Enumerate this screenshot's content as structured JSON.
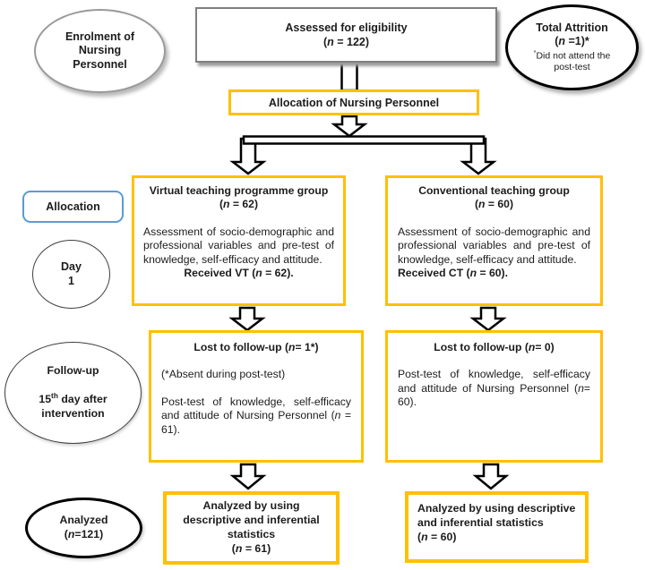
{
  "colors": {
    "accent_orange": "#FFC000",
    "accent_blue": "#5B9BD5",
    "box_grey": "#7F7F7F"
  },
  "nodes": {
    "enrolment": {
      "text": [
        {
          "t": "Enrolment of\nNursing\nPersonnel",
          "s": "b"
        }
      ]
    },
    "assessed": {
      "line1": [
        {
          "t": "Assessed for eligibility",
          "s": "b"
        }
      ],
      "line2": [
        {
          "t": "(",
          "s": "b"
        },
        {
          "t": "n",
          "s": "bi"
        },
        {
          "t": " = 122)",
          "s": "b"
        }
      ]
    },
    "attrition": {
      "line1": [
        {
          "t": "Total Attrition",
          "s": "b"
        }
      ],
      "line2": [
        {
          "t": "(",
          "s": "b"
        },
        {
          "t": "n",
          "s": "bi"
        },
        {
          "t": " =1)*",
          "s": "b"
        }
      ],
      "line3": [
        {
          "t": "*",
          "s": "sup"
        },
        {
          "t": "Did not attend the\npost-test",
          "s": ""
        }
      ]
    },
    "allocation_banner": {
      "text": [
        {
          "t": "Allocation of Nursing Personnel",
          "s": "b"
        }
      ]
    },
    "vt_group": {
      "title": [
        {
          "t": "Virtual teaching programme group",
          "s": "b"
        }
      ],
      "subtitle": [
        {
          "t": "(",
          "s": "b"
        },
        {
          "t": "n",
          "s": "bi"
        },
        {
          "t": " = 62)",
          "s": "b"
        }
      ],
      "body": [
        {
          "t": "Assessment of socio-demographic and professional variables and pre-test of knowledge, self-efficacy and attitude.",
          "s": ""
        }
      ],
      "received": [
        {
          "t": "Received VT (",
          "s": "b"
        },
        {
          "t": "n",
          "s": "bi"
        },
        {
          "t": " = 62).",
          "s": "b"
        }
      ]
    },
    "ct_group": {
      "title": [
        {
          "t": "Conventional teaching group",
          "s": "b"
        }
      ],
      "subtitle": [
        {
          "t": "(",
          "s": "b"
        },
        {
          "t": "n",
          "s": "bi"
        },
        {
          "t": " = 60)",
          "s": "b"
        }
      ],
      "body": [
        {
          "t": "Assessment of socio-demographic and professional variables and pre-test of knowledge, self-efficacy and attitude.",
          "s": ""
        }
      ],
      "received": [
        {
          "t": "Received CT (",
          "s": "b"
        },
        {
          "t": "n",
          "s": "bi"
        },
        {
          "t": " = 60).",
          "s": "b"
        }
      ]
    },
    "allocation_label": {
      "text": [
        {
          "t": "Allocation",
          "s": "b"
        }
      ]
    },
    "day_label": {
      "text": [
        {
          "t": "Day\n1",
          "s": "b"
        }
      ]
    },
    "followup_label": {
      "line1": [
        {
          "t": "Follow-up",
          "s": "b"
        }
      ],
      "line2": [
        {
          "t": "15",
          "s": "b"
        },
        {
          "t": "th",
          "s": "bsup"
        },
        {
          "t": " day after\nintervention",
          "s": "b"
        }
      ]
    },
    "lost_vt": {
      "title": [
        {
          "t": "Lost to follow-up (",
          "s": "b"
        },
        {
          "t": "n",
          "s": "bi"
        },
        {
          "t": "= 1*)",
          "s": "b"
        }
      ],
      "note": [
        {
          "t": "(*Absent during post-test)",
          "s": ""
        }
      ],
      "body": [
        {
          "t": "Post-test of knowledge, self-efficacy and attitude of Nursing Personnel (",
          "s": ""
        },
        {
          "t": "n",
          "s": "i"
        },
        {
          "t": " = 61).",
          "s": ""
        }
      ]
    },
    "lost_ct": {
      "title": [
        {
          "t": "Lost to follow-up (",
          "s": "b"
        },
        {
          "t": "n",
          "s": "bi"
        },
        {
          "t": "= 0)",
          "s": "b"
        }
      ],
      "body": [
        {
          "t": "Post-test of knowledge, self-efficacy and attitude of Nursing Personnel (",
          "s": ""
        },
        {
          "t": "n",
          "s": "i"
        },
        {
          "t": "= 60).",
          "s": ""
        }
      ]
    },
    "analyzed_label": {
      "line1": [
        {
          "t": "Analyzed",
          "s": "b"
        }
      ],
      "line2": [
        {
          "t": "(",
          "s": "b"
        },
        {
          "t": "n",
          "s": "bi"
        },
        {
          "t": "=121)",
          "s": "b"
        }
      ]
    },
    "analyzed_vt": {
      "body": [
        {
          "t": "Analyzed by using descriptive and inferential statistics",
          "s": "b"
        }
      ],
      "count": [
        {
          "t": "(",
          "s": "b"
        },
        {
          "t": "n",
          "s": "bi"
        },
        {
          "t": " = 61)",
          "s": "b"
        }
      ]
    },
    "analyzed_ct": {
      "body": [
        {
          "t": "Analyzed by using descriptive and inferential statistics",
          "s": "b"
        }
      ],
      "count": [
        {
          "t": "(",
          "s": "b"
        },
        {
          "t": "n",
          "s": "bi"
        },
        {
          "t": " = 60)",
          "s": "b"
        }
      ]
    }
  }
}
